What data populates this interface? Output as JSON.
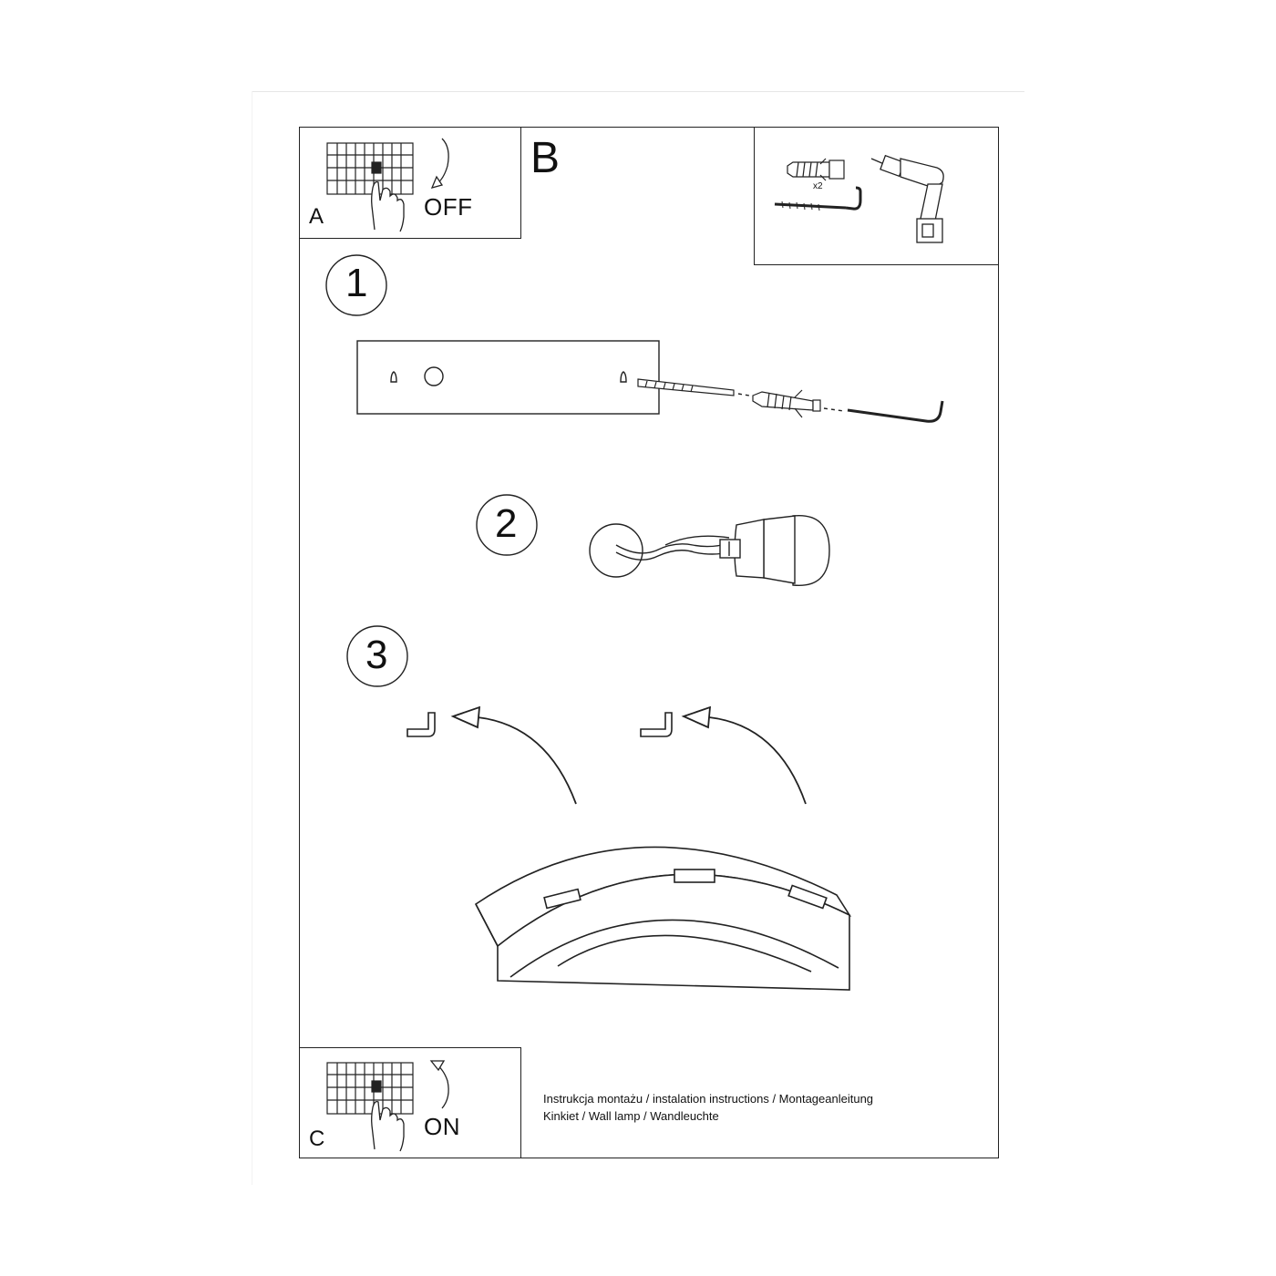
{
  "panel_a": {
    "letter": "A",
    "state_label": "OFF",
    "icons": [
      "circuit-breaker-icon",
      "hand-icon",
      "curved-arrow-down-icon"
    ]
  },
  "panel_b": {
    "letter": "B"
  },
  "tools_panel": {
    "quantity_label": "x2",
    "icons": [
      "wall-plug-icon",
      "hook-screw-icon",
      "power-drill-icon"
    ]
  },
  "steps": [
    {
      "number": "1",
      "icons": [
        "mounting-plate-icon",
        "screw-icon",
        "wall-plug-icon",
        "hook-screw-icon"
      ]
    },
    {
      "number": "2",
      "icons": [
        "wire-circle-icon",
        "lamp-socket-icon"
      ]
    },
    {
      "number": "3",
      "icons": [
        "hook-icon",
        "curved-arrow-icon",
        "wall-lamp-shade-icon"
      ]
    }
  ],
  "panel_c": {
    "letter": "C",
    "state_label": "ON",
    "icons": [
      "circuit-breaker-icon",
      "hand-icon",
      "curved-arrow-up-icon"
    ]
  },
  "footer": {
    "line1": "Instrukcja montażu / instalation instructions / Montageanleitung",
    "line2": "Kinkiet / Wall lamp / Wandleuchte"
  },
  "colors": {
    "ink": "#222222",
    "background": "#ffffff"
  }
}
